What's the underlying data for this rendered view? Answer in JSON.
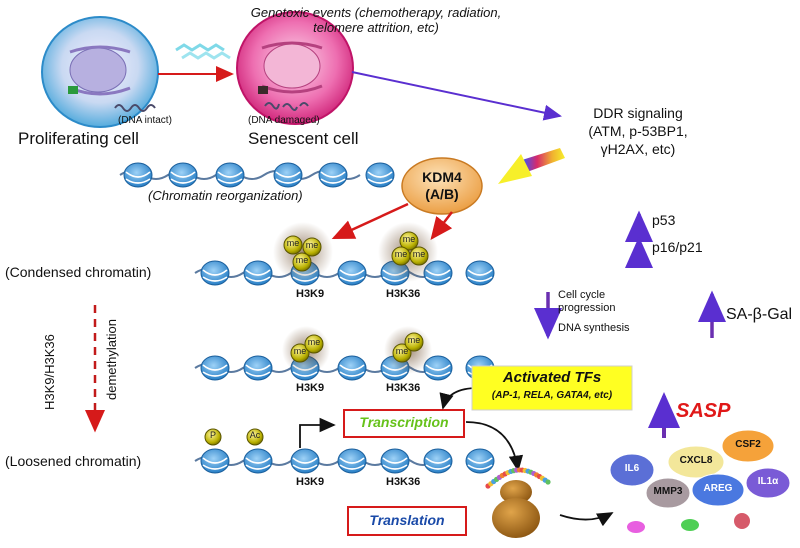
{
  "top": {
    "genotoxic_line1": "Genotoxic events (chemotherapy, radiation,",
    "genotoxic_line2": "telomere attrition, etc)"
  },
  "cells": {
    "proliferating_label": "Proliferating cell",
    "dna_intact": "(DNA intact)",
    "senescent_label": "Senescent cell",
    "dna_damaged": "(DNA damaged)"
  },
  "ddr": {
    "line1": "DDR signaling",
    "line2": "(ATM, p-53BP1,",
    "line3": "γH2AX, etc)"
  },
  "kdm4": {
    "line1": "KDM4",
    "line2": "(A/B)"
  },
  "chromatin": {
    "reorganization": "(Chromatin reorganization)",
    "condensed": "(Condensed  chromatin)",
    "loosened": "(Loosened chromatin)",
    "demethylation_line1": "H3K9/H3K36",
    "demethylation_line2": "demethylation"
  },
  "histones": {
    "h3k9": "H3K9",
    "h3k36": "H3K36",
    "me": "me",
    "p": "P",
    "ac": "Ac"
  },
  "markers": {
    "p53": "p53",
    "p16p21": "p16/p21",
    "cell_cycle_line1": "Cell cycle",
    "cell_cycle_line2": "progression",
    "dna_synthesis": "DNA synthesis",
    "sa_b_gal": "SA-β-Gal"
  },
  "tfs": {
    "title": "Activated TFs",
    "list": "(AP-1, RELA, GATA4, etc)"
  },
  "process": {
    "transcription": "Transcription",
    "translation": "Translation"
  },
  "sasp": {
    "title": "SASP",
    "factors": [
      "IL6",
      "CXCL8",
      "CSF2",
      "MMP3",
      "AREG",
      "IL1α"
    ]
  },
  "colors": {
    "red_arrow": "#d61a1a",
    "purple_arrow": "#6a2fb0",
    "tf_box": "#ffff22",
    "kdm4_fill": "#f2a84a",
    "nucleosome": "#2b8fd6"
  }
}
